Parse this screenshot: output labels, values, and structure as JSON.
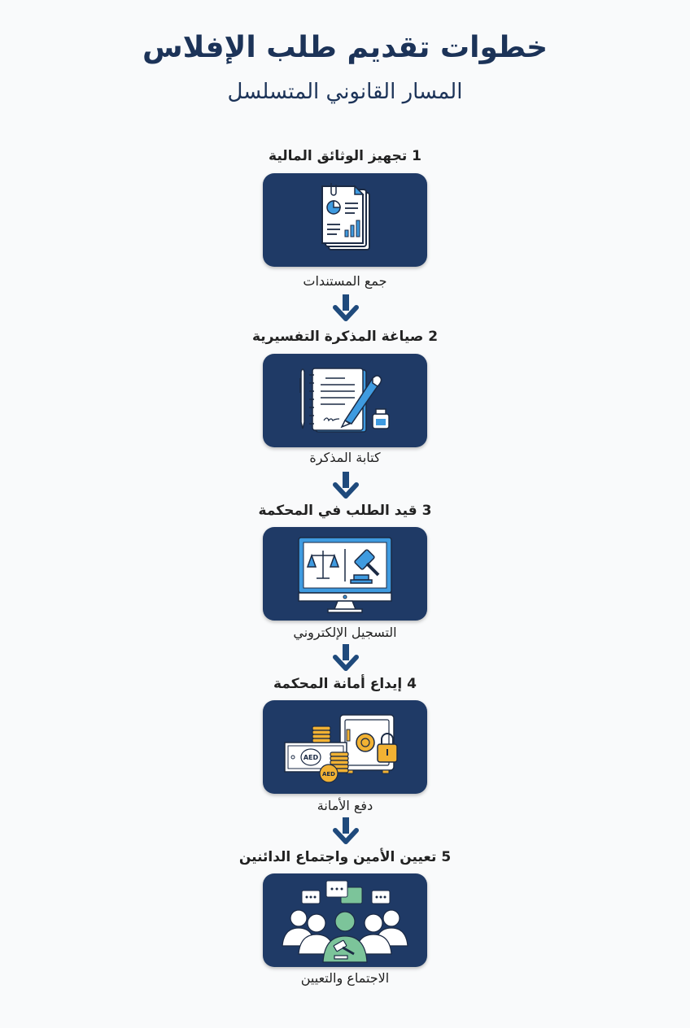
{
  "header": {
    "title": "خطوات تقديم طلب الإفلاس",
    "subtitle": "المسار القانوني المتسلسل"
  },
  "colors": {
    "title": "#1c3358",
    "card_bg": "#1f3a66",
    "arrow": "#1f4a7c",
    "icon_blue": "#3f9be0",
    "icon_gold": "#f2b233",
    "icon_green": "#7cc49a"
  },
  "steps": [
    {
      "number": "1",
      "title": "1  تجهيز الوثائق المالية",
      "caption": "جمع المستندات",
      "icon": "financial-documents-icon"
    },
    {
      "number": "2",
      "title": "2  صياغة المذكرة التفسيرية",
      "caption": "كتابة المذكرة",
      "icon": "memo-writing-icon"
    },
    {
      "number": "3",
      "title": "3  قيد الطلب في المحكمة",
      "caption": "التسجيل الإلكتروني",
      "icon": "court-monitor-icon"
    },
    {
      "number": "4",
      "title": "4  إيداع أمانة المحكمة",
      "caption": "دفع الأمانة",
      "icon": "deposit-safe-icon"
    },
    {
      "number": "5",
      "title": "5  تعيين الأمين واجتماع الدائنين",
      "caption": "الاجتماع والتعيين",
      "icon": "creditors-meeting-icon"
    }
  ],
  "icon_labels": {
    "currency": "AED"
  }
}
